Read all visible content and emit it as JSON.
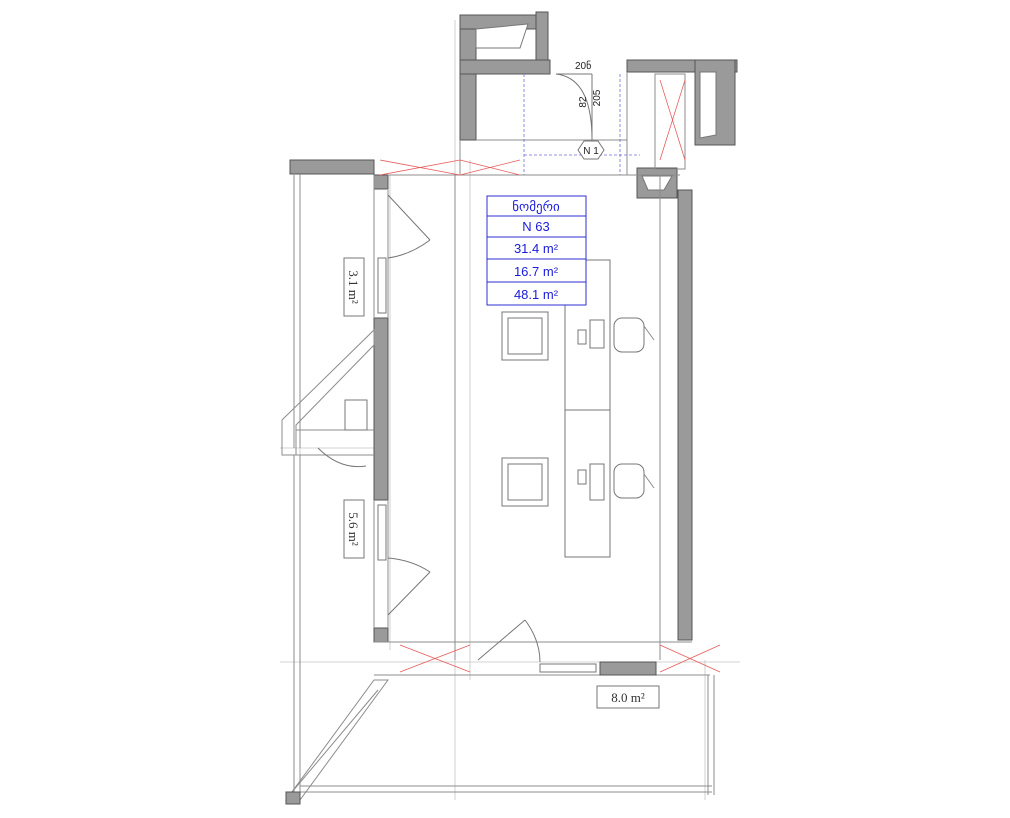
{
  "room_info": {
    "name": "ნომერი",
    "number": "N 63",
    "area_1": "31.4 m²",
    "area_2": "16.7 m²",
    "area_3": "48.1 m²"
  },
  "area_labels": {
    "left_upper": "3.1 m²",
    "left_lower": "5.6 m²",
    "bottom_terrace": "8.0 m²"
  },
  "dimensions": {
    "door_width": "20ნ",
    "dim_82": "82",
    "dim_205": "205",
    "marker": "N 1"
  },
  "colors": {
    "wall": "#9a9a9a",
    "info_text": "#1a1adb",
    "annotation_red": "#e85b5b"
  }
}
